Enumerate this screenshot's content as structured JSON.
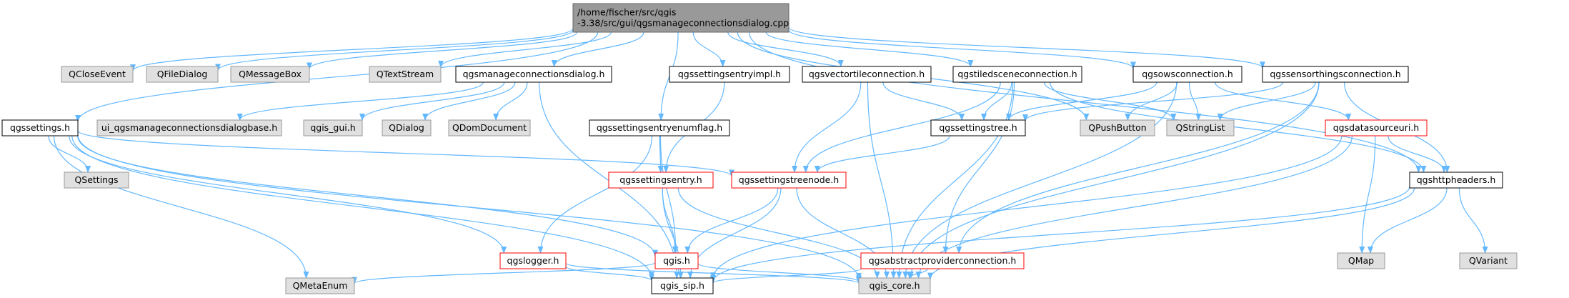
{
  "colors": {
    "edge": "#63b8ff",
    "node_fill": "#ffffff",
    "node_border": "#000000",
    "system_fill": "#e0e0e0",
    "system_border": "#999999",
    "root_fill": "#999999",
    "incomplete_border": "#ff0000",
    "text": "#000000"
  },
  "nodes": [
    {
      "id": "root",
      "label_lines": [
        "/home/fischer/src/qgis",
        "-3.38/src/gui/qgsmanageconnectionsdialog.cpp"
      ],
      "kind": "root"
    },
    {
      "id": "qcloseevent",
      "label_lines": [
        "QCloseEvent"
      ],
      "kind": "system"
    },
    {
      "id": "qfiledialog",
      "label_lines": [
        "QFileDialog"
      ],
      "kind": "system"
    },
    {
      "id": "qmessagebox",
      "label_lines": [
        "QMessageBox"
      ],
      "kind": "system"
    },
    {
      "id": "qtextstream",
      "label_lines": [
        "QTextStream"
      ],
      "kind": "system"
    },
    {
      "id": "qgsmanageconnectionsdialog_h",
      "label_lines": [
        "qgsmanageconnectionsdialog.h"
      ],
      "kind": "normal"
    },
    {
      "id": "qgssettingsentryimpl_h",
      "label_lines": [
        "qgssettingsentryimpl.h"
      ],
      "kind": "normal"
    },
    {
      "id": "qgsvectortileconnection_h",
      "label_lines": [
        "qgsvectortileconnection.h"
      ],
      "kind": "normal"
    },
    {
      "id": "qgstiledsceneconnection_h",
      "label_lines": [
        "qgstiledsceneconnection.h"
      ],
      "kind": "normal"
    },
    {
      "id": "qgsowsconnection_h",
      "label_lines": [
        "qgsowsconnection.h"
      ],
      "kind": "normal"
    },
    {
      "id": "qgssensorthingsconnection_h",
      "label_lines": [
        "qgssensorthingsconnection.h"
      ],
      "kind": "normal"
    },
    {
      "id": "qgssettings_h",
      "label_lines": [
        "qgssettings.h"
      ],
      "kind": "normal"
    },
    {
      "id": "ui_dialogbase_h",
      "label_lines": [
        "ui_qgsmanageconnectionsdialogbase.h"
      ],
      "kind": "system"
    },
    {
      "id": "qgis_gui_h",
      "label_lines": [
        "qgis_gui.h"
      ],
      "kind": "system"
    },
    {
      "id": "qdialog",
      "label_lines": [
        "QDialog"
      ],
      "kind": "system"
    },
    {
      "id": "qdomdocument",
      "label_lines": [
        "QDomDocument"
      ],
      "kind": "system"
    },
    {
      "id": "qgssettingsentryenumflag_h",
      "label_lines": [
        "qgssettingsentryenumflag.h"
      ],
      "kind": "normal"
    },
    {
      "id": "qgssettingstree_h",
      "label_lines": [
        "qgssettingstree.h"
      ],
      "kind": "normal"
    },
    {
      "id": "qpushbutton",
      "label_lines": [
        "QPushButton"
      ],
      "kind": "system"
    },
    {
      "id": "qstringlist",
      "label_lines": [
        "QStringList"
      ],
      "kind": "system"
    },
    {
      "id": "qgsdatasourceuri_h",
      "label_lines": [
        "qgsdatasourceuri.h"
      ],
      "kind": "incomplete"
    },
    {
      "id": "qsettings",
      "label_lines": [
        "QSettings"
      ],
      "kind": "system"
    },
    {
      "id": "qgssettingsentry_h",
      "label_lines": [
        "qgssettingsentry.h"
      ],
      "kind": "incomplete"
    },
    {
      "id": "qgssettingstreenode_h",
      "label_lines": [
        "qgssettingstreenode.h"
      ],
      "kind": "incomplete"
    },
    {
      "id": "qgshttpheaders_h",
      "label_lines": [
        "qgshttpheaders.h"
      ],
      "kind": "normal"
    },
    {
      "id": "qgslogger_h",
      "label_lines": [
        "qgslogger.h"
      ],
      "kind": "incomplete"
    },
    {
      "id": "qgis_h",
      "label_lines": [
        "qgis.h"
      ],
      "kind": "incomplete"
    },
    {
      "id": "qgsabstractproviderconnection_h",
      "label_lines": [
        "qgsabstractproviderconnection.h"
      ],
      "kind": "incomplete"
    },
    {
      "id": "qmap",
      "label_lines": [
        "QMap"
      ],
      "kind": "system"
    },
    {
      "id": "qvariant",
      "label_lines": [
        "QVariant"
      ],
      "kind": "system"
    },
    {
      "id": "qmetaenum",
      "label_lines": [
        "QMetaEnum"
      ],
      "kind": "system"
    },
    {
      "id": "qgis_sip_h",
      "label_lines": [
        "qgis_sip.h"
      ],
      "kind": "normal"
    },
    {
      "id": "qgis_core_h",
      "label_lines": [
        "qgis_core.h"
      ],
      "kind": "system"
    }
  ],
  "edges": [
    [
      "root",
      "qcloseevent"
    ],
    [
      "root",
      "qfiledialog"
    ],
    [
      "root",
      "qmessagebox"
    ],
    [
      "root",
      "qtextstream"
    ],
    [
      "root",
      "qgsmanageconnectionsdialog_h"
    ],
    [
      "root",
      "qgssettingsentryimpl_h"
    ],
    [
      "root",
      "qgsvectortileconnection_h"
    ],
    [
      "root",
      "qgstiledsceneconnection_h"
    ],
    [
      "root",
      "qgsowsconnection_h"
    ],
    [
      "root",
      "qgssensorthingsconnection_h"
    ],
    [
      "root",
      "qgssettings_h"
    ],
    [
      "root",
      "qgssettingsentryenumflag_h"
    ],
    [
      "root",
      "qpushbutton"
    ],
    [
      "root",
      "qgshttpheaders_h"
    ],
    [
      "qgsmanageconnectionsdialog_h",
      "ui_dialogbase_h"
    ],
    [
      "qgsmanageconnectionsdialog_h",
      "qgis_gui_h"
    ],
    [
      "qgsmanageconnectionsdialog_h",
      "qdialog"
    ],
    [
      "qgsmanageconnectionsdialog_h",
      "qdomdocument"
    ],
    [
      "qgsmanageconnectionsdialog_h",
      "qgis_sip_h"
    ],
    [
      "qgssettingsentryimpl_h",
      "qgssettingsentry_h"
    ],
    [
      "qgsvectortileconnection_h",
      "qgssettingstree_h"
    ],
    [
      "qgsvectortileconnection_h",
      "qgssettingstreenode_h"
    ],
    [
      "qgsvectortileconnection_h",
      "qgis_core_h"
    ],
    [
      "qgstiledsceneconnection_h",
      "qgssettingstree_h"
    ],
    [
      "qgstiledsceneconnection_h",
      "qgssettingstreenode_h"
    ],
    [
      "qgstiledsceneconnection_h",
      "qstringlist"
    ],
    [
      "qgstiledsceneconnection_h",
      "qgshttpheaders_h"
    ],
    [
      "qgstiledsceneconnection_h",
      "qgsabstractproviderconnection_h"
    ],
    [
      "qgstiledsceneconnection_h",
      "qgis_core_h"
    ],
    [
      "qgsowsconnection_h",
      "qgssettingstree_h"
    ],
    [
      "qgsowsconnection_h",
      "qpushbutton"
    ],
    [
      "qgsowsconnection_h",
      "qstringlist"
    ],
    [
      "qgsowsconnection_h",
      "qgsdatasourceuri_h"
    ],
    [
      "qgsowsconnection_h",
      "qgis_core_h"
    ],
    [
      "qgssensorthingsconnection_h",
      "qgssettingstree_h"
    ],
    [
      "qgssensorthingsconnection_h",
      "qstringlist"
    ],
    [
      "qgssensorthingsconnection_h",
      "qgshttpheaders_h"
    ],
    [
      "qgssensorthingsconnection_h",
      "qgsabstractproviderconnection_h"
    ],
    [
      "qgssensorthingsconnection_h",
      "qgis_core_h"
    ],
    [
      "qgssettings_h",
      "qsettings"
    ],
    [
      "qgssettings_h",
      "qgssettingstreenode_h"
    ],
    [
      "qgssettings_h",
      "qgslogger_h"
    ],
    [
      "qgssettings_h",
      "qmetaenum"
    ],
    [
      "qgssettings_h",
      "qgis_sip_h"
    ],
    [
      "qgssettings_h",
      "qgis_core_h"
    ],
    [
      "qgssettings_h",
      "qgis_h"
    ],
    [
      "qgssettingsentryenumflag_h",
      "qgssettingsentry_h"
    ],
    [
      "qgssettingsentryenumflag_h",
      "qgslogger_h"
    ],
    [
      "qgssettingsentryenumflag_h",
      "qgis_h"
    ],
    [
      "qgssettingstree_h",
      "qgssettingstreenode_h"
    ],
    [
      "qgsdatasourceuri_h",
      "qgshttpheaders_h"
    ],
    [
      "qgsdatasourceuri_h",
      "qmap"
    ],
    [
      "qgsdatasourceuri_h",
      "qgis_sip_h"
    ],
    [
      "qgsdatasourceuri_h",
      "qgis_core_h"
    ],
    [
      "qgssettingsentry_h",
      "qgis_h"
    ],
    [
      "qgssettingsentry_h",
      "qgis_sip_h"
    ],
    [
      "qgssettingsentry_h",
      "qgis_core_h"
    ],
    [
      "qgssettingstreenode_h",
      "qgis_h"
    ],
    [
      "qgssettingstreenode_h",
      "qgis_sip_h"
    ],
    [
      "qgssettingstreenode_h",
      "qgis_core_h"
    ],
    [
      "qgshttpheaders_h",
      "qmap"
    ],
    [
      "qgshttpheaders_h",
      "qvariant"
    ],
    [
      "qgshttpheaders_h",
      "qgis_sip_h"
    ],
    [
      "qgshttpheaders_h",
      "qgis_core_h"
    ],
    [
      "qgslogger_h",
      "qgis_sip_h"
    ],
    [
      "qgslogger_h",
      "qgis_core_h"
    ],
    [
      "qgis_h",
      "qmetaenum"
    ],
    [
      "qgis_h",
      "qgis_sip_h"
    ],
    [
      "qgis_h",
      "qgis_core_h"
    ],
    [
      "qgsabstractproviderconnection_h",
      "qgis_sip_h"
    ],
    [
      "qgsabstractproviderconnection_h",
      "qgis_core_h"
    ]
  ]
}
